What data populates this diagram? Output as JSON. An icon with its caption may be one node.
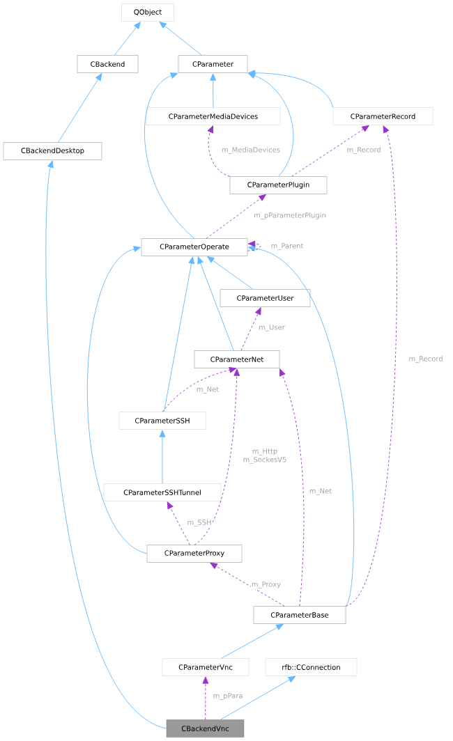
{
  "diagram": {
    "nodes": [
      {
        "text": [
          "QObject"
        ]
      },
      {
        "text": [
          "CBackend"
        ]
      },
      {
        "text": [
          "CParameter"
        ]
      },
      {
        "text": [
          "CParameterMediaDevices"
        ]
      },
      {
        "text": [
          "CParameterRecord"
        ]
      },
      {
        "text": [
          "CBackendDesktop"
        ]
      },
      {
        "text": [
          "CParameterPlugin"
        ]
      },
      {
        "text": [
          "CParameterOperate"
        ]
      },
      {
        "text": [
          "CParameterUser"
        ]
      },
      {
        "text": [
          "CParameterNet"
        ]
      },
      {
        "text": [
          "CParameterSSH"
        ]
      },
      {
        "text": [
          "CParameterSSHTunnel"
        ]
      },
      {
        "text": [
          "CParameterProxy"
        ]
      },
      {
        "text": [
          "CParameterBase"
        ]
      },
      {
        "text": [
          "CParameterVnc"
        ]
      },
      {
        "text": [
          "rfb::CConnection"
        ]
      },
      {
        "text": [
          "CBackendVnc"
        ]
      }
    ],
    "edges": [
      {
        "from": 1,
        "to": 0,
        "arrow": "to"
      },
      {
        "from": 2,
        "to": 0,
        "arrow": "to"
      },
      {
        "from": 5,
        "to": 1,
        "arrow": "to"
      },
      {
        "from": 3,
        "to": 2,
        "arrow": "to"
      },
      {
        "from": 4,
        "to": 2,
        "arrow": "to"
      },
      {
        "from": 6,
        "to": 2,
        "arrow": "to"
      },
      {
        "from": 7,
        "to": 2,
        "arrow": "to"
      },
      {
        "from": 8,
        "to": 7,
        "arrow": "to"
      },
      {
        "from": 9,
        "to": 7,
        "arrow": "to"
      },
      {
        "from": 10,
        "to": 7,
        "arrow": "to"
      },
      {
        "from": 12,
        "to": 7,
        "arrow": "to"
      },
      {
        "from": 13,
        "to": 7,
        "arrow": "to"
      },
      {
        "from": 11,
        "to": 10,
        "arrow": "to"
      },
      {
        "from": 14,
        "to": 13,
        "arrow": "to"
      },
      {
        "from": 16,
        "to": 5,
        "arrow": "to"
      },
      {
        "from": 16,
        "to": 15,
        "arrow": "to"
      },
      {
        "from": 6,
        "to": 3,
        "arrow": "to",
        "label": "m_MediaDevices",
        "style": "dashed",
        "color": "#9a32cd"
      },
      {
        "from": 6,
        "to": 4,
        "arrow": "to",
        "label": "m_Record",
        "style": "dashed",
        "color": "#9a32cd"
      },
      {
        "from": 7,
        "to": 6,
        "arrow": "to",
        "label": "m_pParameterPlugin",
        "style": "dashed",
        "color": "#9a32cd"
      },
      {
        "from": 7,
        "to": 7,
        "arrow": "to",
        "label": "m_Parent",
        "style": "dashed",
        "color": "#9a32cd"
      },
      {
        "from": 9,
        "to": 8,
        "arrow": "to",
        "label": "m_User",
        "style": "dashed",
        "color": "#9a32cd"
      },
      {
        "from": 10,
        "to": 9,
        "arrow": "to",
        "label": "m_Net",
        "style": "dashed",
        "color": "#9a32cd"
      },
      {
        "from": 12,
        "to": 9,
        "arrow": "to",
        "label": "m_Http m_SockesV5",
        "style": "dashed",
        "color": "#9a32cd"
      },
      {
        "from": 13,
        "to": 9,
        "arrow": "to",
        "label": "m_Net",
        "style": "dashed",
        "color": "#9a32cd"
      },
      {
        "from": 12,
        "to": 11,
        "arrow": "to",
        "label": "m_SSH",
        "style": "dashed",
        "color": "#9a32cd"
      },
      {
        "from": 13,
        "to": 12,
        "arrow": "to",
        "label": "m_Proxy",
        "style": "dashed",
        "color": "#9a32cd"
      },
      {
        "from": 13,
        "to": 4,
        "arrow": "to",
        "label": "m_Record",
        "style": "dashed",
        "color": "#9a32cd"
      },
      {
        "from": 16,
        "to": 14,
        "arrow": "to",
        "label": "m_pPara",
        "style": "dashed",
        "color": "#9a32cd"
      }
    ]
  }
}
